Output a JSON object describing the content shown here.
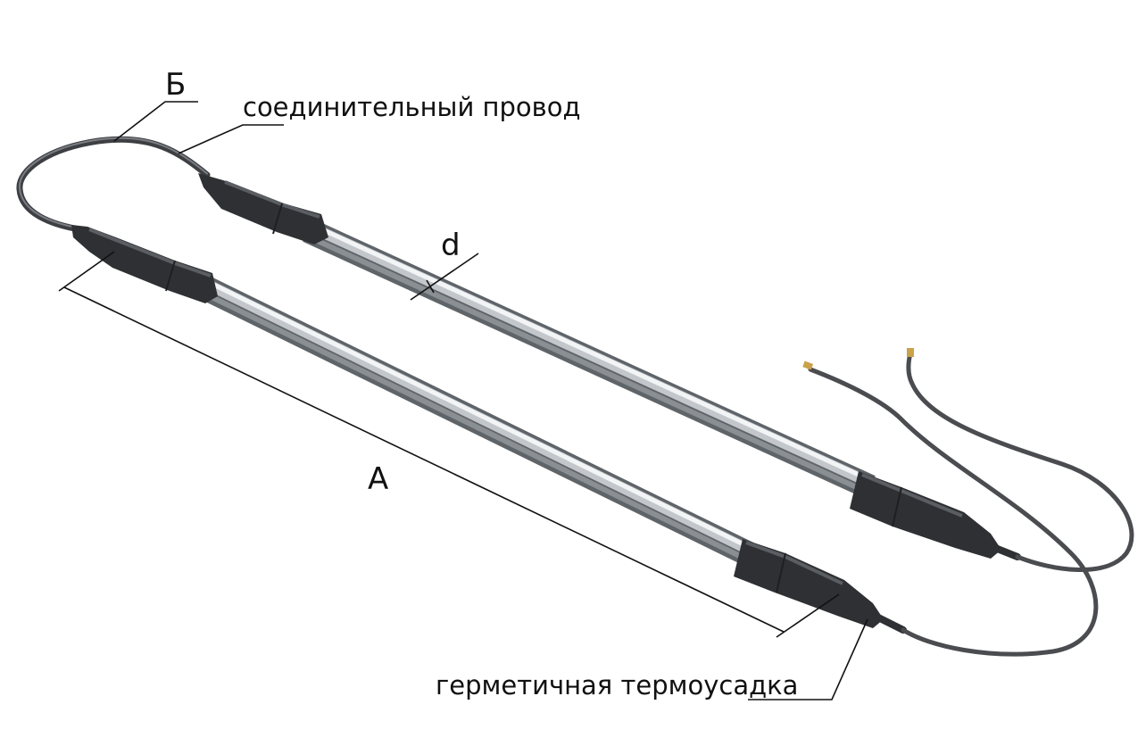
{
  "labels": {
    "b": "Б",
    "connecting_wire": "соединительный провод",
    "d": "d",
    "a": "А",
    "sealed_heat_shrink": "герметичная термоусадка"
  },
  "colors": {
    "background": "#ffffff",
    "wire": "#4a4c50",
    "wire_highlight": "#7a7d82",
    "heat_shrink": "#2e3033",
    "heat_shrink_highlight": "#55585c",
    "tube_dark": "#6c7177",
    "tube_mid": "#b9bdc1",
    "tube_light": "#f2f3f4",
    "wire_tip": "#c9a24a",
    "line": "#111111"
  },
  "icons": {
    "heater_element": "heating-tube-icon"
  }
}
